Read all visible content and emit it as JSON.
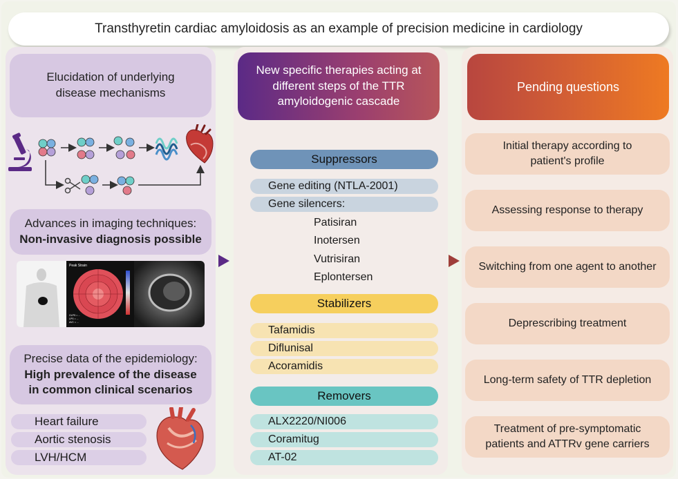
{
  "title": "Transthyretin cardiac amyloidosis as an example of precision medicine in cardiology",
  "left": {
    "mechanisms": "Elucidation of underlying disease mechanisms",
    "imaging_line1": "Advances in imaging techniques:",
    "imaging_line2": "Non-invasive diagnosis possible",
    "imaging_panel_text": {
      "bullseye_header": "Peak Strain",
      "bullseye_footer_lines": [
        "GLPS = ...",
        "LPS = ...",
        "AVC = ..."
      ]
    },
    "epi_line1": "Precise data of the epidemiology:",
    "epi_line2": "High prevalence of the disease",
    "epi_line3": "in common clinical scenarios",
    "scenarios": [
      "Heart failure",
      "Aortic stenosis",
      "LVH/HCM"
    ]
  },
  "middle": {
    "header": "New specific therapies acting at different steps of the TTR amyloidogenic cascade",
    "suppressors": {
      "label": "Suppressors",
      "items": [
        "Gene editing (NTLA-2001)",
        "Gene silencers:"
      ],
      "silencers": [
        "Patisiran",
        "Inotersen",
        "Vutrisiran",
        "Eplontersen"
      ]
    },
    "stabilizers": {
      "label": "Stabilizers",
      "items": [
        "Tafamidis",
        "Diflunisal",
        "Acoramidis"
      ]
    },
    "removers": {
      "label": "Removers",
      "items": [
        "ALX2220/NI006",
        "Coramitug",
        "AT-02"
      ]
    }
  },
  "right": {
    "header": "Pending questions",
    "questions": [
      "Initial therapy according to patient's profile",
      "Assessing response to therapy",
      "Switching from one agent to another",
      "Deprescribing treatment",
      "Long-term safety of TTR depletion",
      "Treatment of pre-symptomatic patients and ATTRv gene carriers"
    ]
  },
  "colors": {
    "purple": "#5b2a86",
    "suppressors": "#6f93b8",
    "suppressor_item": "#c9d4df",
    "stabilizers": "#f6cf5d",
    "stabilizer_item": "#f7e3b2",
    "removers": "#69c5c2",
    "remover_item": "#bfe3e0",
    "orange": "#ea7426"
  }
}
